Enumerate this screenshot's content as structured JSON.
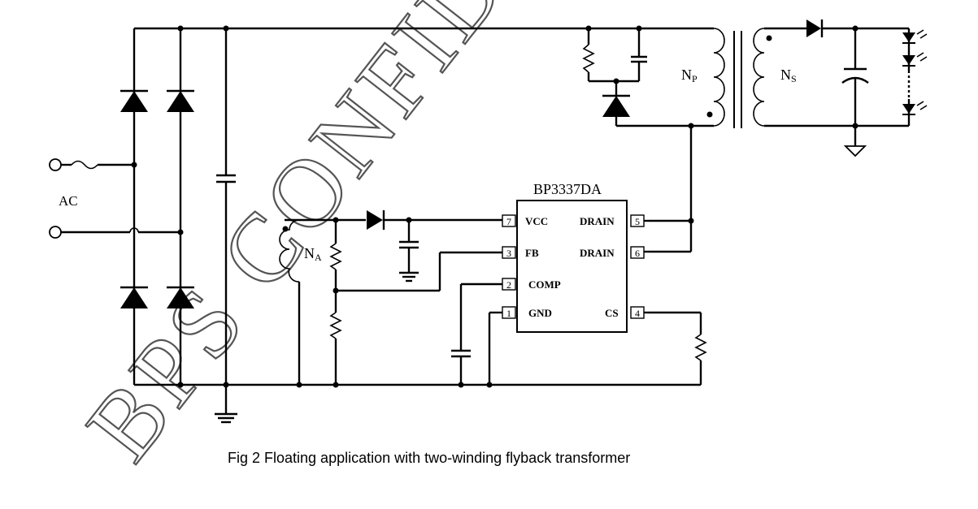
{
  "watermark": "BPS CONFIDENTIAL",
  "ic": {
    "name": "BP3337DA",
    "pins": [
      {
        "num": "7",
        "name": "VCC"
      },
      {
        "num": "3",
        "name": "FB"
      },
      {
        "num": "2",
        "name": "COMP"
      },
      {
        "num": "1",
        "name": "GND"
      },
      {
        "num": "5",
        "name": "DRAIN"
      },
      {
        "num": "6",
        "name": "DRAIN"
      },
      {
        "num": "4",
        "name": "CS"
      }
    ]
  },
  "labels": {
    "ac": "AC",
    "np_main": "N",
    "np_sub": "P",
    "ns_main": "N",
    "ns_sub": "S",
    "na_main": "N",
    "na_sub": "A"
  },
  "caption": "Fig 2 Floating application with two-winding flyback transformer"
}
